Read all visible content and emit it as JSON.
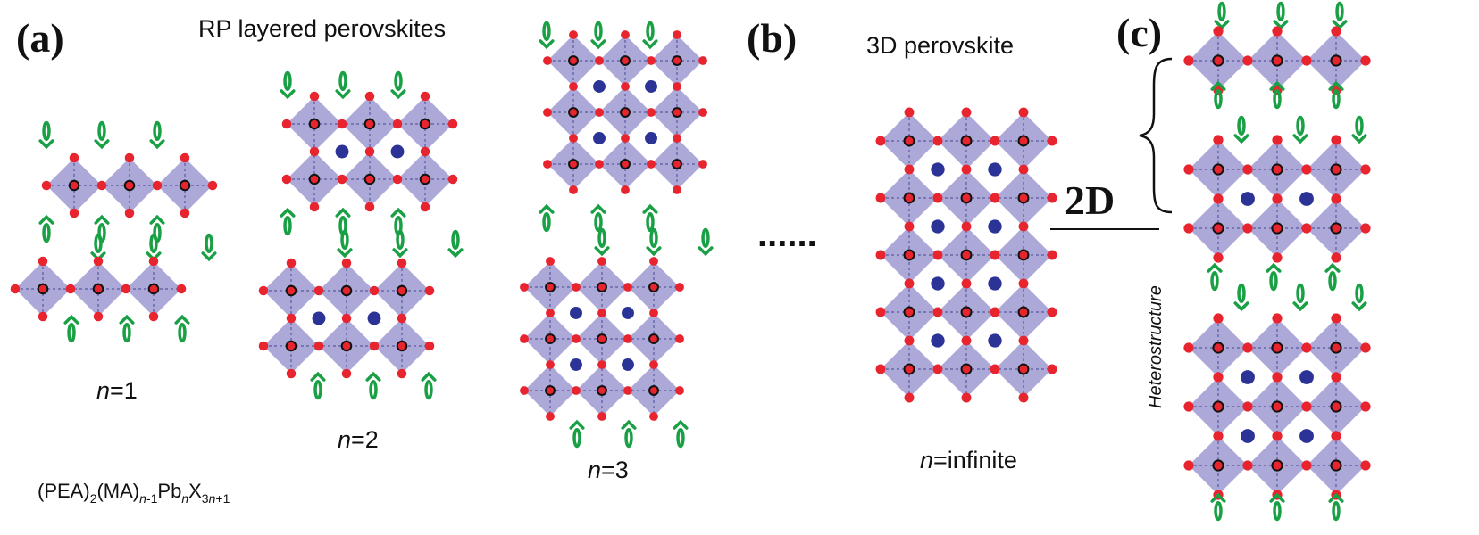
{
  "labels": {
    "panel_a": "(a)",
    "panel_b": "(b)",
    "panel_c": "(c)",
    "title_rp": "RP layered perovskites",
    "title_3d": "3D perovskite",
    "ellipsis": "......",
    "two_d": "2D",
    "heterostructure": "Heterostructure"
  },
  "structures": {
    "n1": {
      "n_var": "n",
      "eq": "=1",
      "layers": [
        1,
        1
      ]
    },
    "n2": {
      "n_var": "n",
      "eq": "=2",
      "layers": [
        2,
        2
      ]
    },
    "n3": {
      "n_var": "n",
      "eq": "=3",
      "layers": [
        3,
        3
      ]
    },
    "ninf": {
      "n_var": "n",
      "eq": "=infinite",
      "layers": [
        5
      ]
    },
    "hetero": {
      "layers": [
        1,
        2,
        3
      ]
    }
  },
  "formula": {
    "p1": "(PEA)",
    "s1": "2",
    "p2": "(MA)",
    "s2a": "n",
    "s2b": "-1",
    "p3": "Pb",
    "s3": "n",
    "p4": "X",
    "s4a": "3",
    "s4b": "n",
    "s4c": "+1"
  },
  "colors": {
    "octahedron": "#9d9ad2",
    "halide": "#e8242e",
    "cation": "#2b3496",
    "spacer": "#19a045",
    "line": "#111111",
    "lattice": "#5a5aa0"
  }
}
